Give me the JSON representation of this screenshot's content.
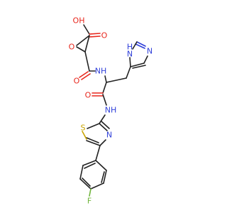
{
  "colors": {
    "oxygen": "#e8271d",
    "nitrogen": "#2f3fd9",
    "sulfur": "#c9a400",
    "fluorine": "#6fb43a",
    "carbon_bond": "#222222"
  },
  "atoms": {
    "acid_oh": "OH",
    "acid_o": "O",
    "epoxide_o": "O",
    "amide1_o": "O",
    "amide1_nh": "NH",
    "imidazole_nh": "H\nN",
    "imidazole_n": "N",
    "amide2_o": "O",
    "amide2_nh": "NH",
    "thiazole_s": "S",
    "thiazole_n": "N",
    "fluorine": "F"
  }
}
